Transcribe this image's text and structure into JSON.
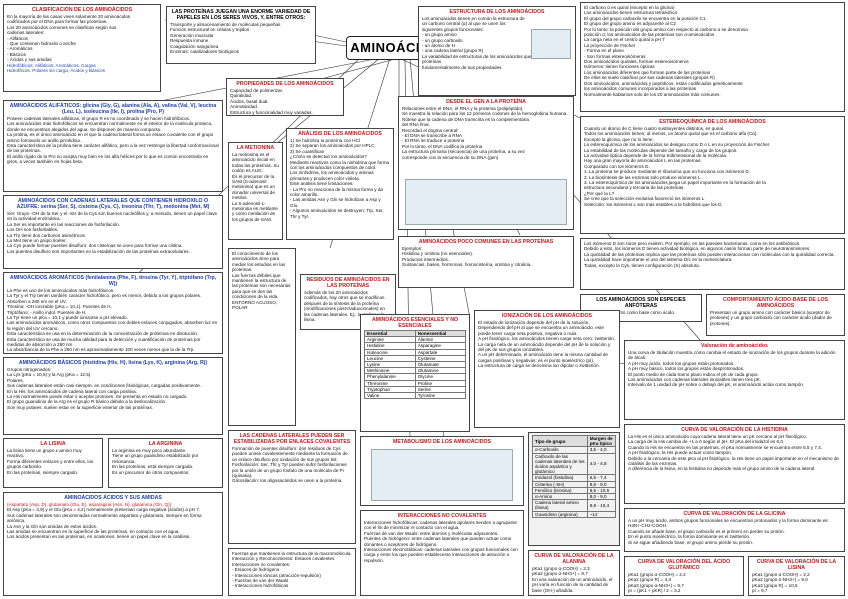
{
  "title": "AMINOÁCIDOS",
  "clasificacion": {
    "heading": "CLASIFICACIÓN DE LOS AMINOÁCIDOS",
    "body": "En la mayoría de las casas viven solamente 20 aminoácidos\ncodificados por el DNA para formar las proteínas.\nLos 20 aminoácidos comunes se clasifican según sus\ncadenas laterales:\n - Alifáticos\n - Que contienen hidroxilo o azufre\n - Aromáticos\n - Básicos\n - Ácidos y sus amidas",
    "extra": "Hidrofóbicos: Alifáticos, Aromáticos. Cargas\nHidrofílicos: Polares sin carga, Ácidos y Básicos"
  },
  "proteinas": {
    "heading": "LAS PROTEÍNAS JUEGAN UNA ENORME VARIEDAD DE PAPELES EN LOS SERES VIVOS, Y, ENTRE OTROS:",
    "body": "Transporte y almacenamiento de moléculas pequeñas\nFunción estructural en células y tejidos\nGeneración muscular\nRespuesta inmune\nCoagulación sanguínea\nEnzimas: catalizadores biológicos"
  },
  "estructura": {
    "heading": "ESTRUCTURA DE LOS AMINOÁCIDOS",
    "body": "Los aminoácidos tienen en común la estructura de\nun carbono central (α) al que se unen los\nsiguientes grupos funcionales:\n - un grupo amino\n - un grupo carboxilo\n - un átomo de H\n - una cadena lateral (grupo R)\nLa variabilidad de estructuras de los aminoácidos que forman las proteínas\nfundamentalmente de sus propiedades"
  },
  "quiral": {
    "body": "El carbono α es quiral (excepto en la glicina)\nLos aminoácidos tienen estructura tetraédrica\nEl grupo del grupo carboxilo se encuentra en la posición C1\nEl grupo del grupo amino es adyacente al C2\nPor lo tanto: la posición del grupo amino con respecto al carbono α se denomina\nposición α; los aminoácidos de las proteínas son α-aminoácidos\nLa carga neta en el centro quiral a pH 7\nLa proyección de Fischer\n - Forma en el plano\n - Son formas estereoisómeras\nDos aminoácidos quirales, forman estereoisómeros\nIsómeros: tienen funciones ópticas\nLos aminoácidos diferentes que forman parte de las proteínas\nDe ellos se suele clasificar por sus cadenas laterales (grupos R)\nDos aminoácidos, aminoácidos y peptídicos, están codificados genéticamente\nlos aminoácidos comunes incorporados a las proteínas\nNormalmente hablamos solo de los 20 aminoácidos más comunes."
  },
  "propiedades": {
    "heading": "PROPIEDADES DE LOS AMINOÁCIDOS",
    "body": "Capacidad de polimerizar.\nQuiralidad.\nÁcidos, basal dual.\nAromaticidad.\nEstructura y funcionalidad muy variadas."
  },
  "alifaticos": {
    "heading": "AMINOÁCIDOS ALIFÁTICOS: glicina (Gly, G), alanina (Ala, A), valina (Val, V), leucina (Leu, L), isoleucina (Ile, I), prolina (Pro, P)",
    "body": "Poseen cadenas laterales alifáticas, el grupo R es no coordinado y se hacen hidrofóbicos.\nLos aminoácidos más hidrofóbicos se encuentran normalmente en el interior de la molécula proteica, donde se encuentran alejados del agua. Se disponen de manera compacta.\nLa prolina, es el único aminoácido en el que la cadena lateral forma un enlace covalente con el grupo amino formando un anillo pirrolidina.\nEsta característica de la prolina tiene carácter alifático, pero a la vez restringe la libertad conformacional de las proteínas.\nEl anillo rígido de la Pro no acepta muy bien en los alfa hélices por lo que es común encontrarla en giros, a veces también en hojas beta."
  },
  "azufre": {
    "heading": "AMINOÁCIDOS CON CADENAS LATERALES QUE CONTIENEN HIDROXILO O AZUFRE: serina (Ser, S), cisteína (Cys, C), treonina (Thr, T), metionina (Met, M)",
    "body": "Ser: Grupo -OH de la Ser y el -SH de la Cys son buenos nucleófilos y, a menudo, tienen un papel clave en la actividad enzimática.\nLa Ser es importante en las reacciones de fosforilación.\nLos OH son fosforilables.\nLa Thr tiene dos carbonos asimétricos.\nLa Met tiene un grupo tioéter.\nLa Cys puede formar puentes disulfuro: dos cisteínas se unen para formar una cistina.\nLos puentes disulfuro son importantes en la estabilización de las proteínas extracelulares."
  },
  "aromaticos": {
    "heading": "AMINOÁCIDOS AROMÁTICOS (fenilalanina (Phe, F), tirosina (Tyr, Y), triptófano (Trp, W))",
    "body": "La Phe es uno de los aminoácidos más hidrofóbicos.\nLa Tyr y el Trp tienen también carácter hidrofóbico, pero es menor, debido a los grupos polares.\nAbsorben a 280 nm en el UV.\nTirosina: -OH ionizable (pKa = 10,1). Puentes de H.\nTriptófano: - Anillo indol. Puentes de H.\nLa Tyr tiene un pKa = 10,1 y puede ionizarse a pH elevado.\nLas aminoácidos aromáticos, como otros compuestos con dobles enlaces conjugados, absorben luz en la región del UV cercano.\nEsta característica se usa en la determinación de la concentración de proteínas en disolución.\nEsta característica se usa de mucha utilidad para la detección y cuantificación de proteínas por medidas de absorción a 280 nm.\nLa absorbancia de la Phe a 260 nm es aproximadamente 100 veces menor que la de la Trp."
  },
  "basicos": {
    "heading": "AMINOÁCIDOS BÁSICOS (histidina (His, H), lisina (Lys, K), arginina (Arg, R))",
    "body": "Grupos nitrogenados:\nLa Lys (pKa = 10,5) y la Arg (pKa = 12,5).\nPolares.\nSus cadenas laterales están casi siempre, en condiciones fisiológicas, cargadas positivamente.\nEn la His, los aminoácidos de cadena lateral con carga positiva.\nLa His normalmente puede estar o aceptar protones. Se presenta en estado no cargado.\nEl grupo guanidinio de la Arg es el grupo R básico debido a la deslocalización.\nSon muy polares, suelen estar en la superficie exterior de las proteínas."
  },
  "lisina": {
    "heading": "LA LISINA",
    "body": "La lisina tiene un grupo ε-amino muy reactivo.\nForma diferentes enlaces y entre ellos, los grupos carbonilo.\nEn las proteínas, siempre cargado."
  },
  "arginina": {
    "heading": "LA ARGININA",
    "body": "La arginina es muy poco abundante.\nTiene un grupo guanidinio estabilizado por resonancia.\nEn las proteínas, está siempre cargada.\nEs un precursor de otros compuestos."
  },
  "acidos": {
    "heading": "AMINOÁCIDOS ÁCIDOS Y SUS AMIDAS",
    "sub": "(Aspartato (Asp, D), glutamato (Glu, E), asparagina (Asn, N), glutamina (Gln, Q))",
    "body": "El Asp (pKa = 3,9) y el Glu (pKa = 4,2) normalmente presentan carga negativa (ácidos) a pH 7.\nSus cadenas laterales son denominadas normalmente aspartato y glutamato, siempre en forma aniónica.\nLa Asn y la Gln son amidas de estos ácidos.\nLas amidas se encuentran en la superficie de las proteínas, en contacto con el agua.\nLos ácidos presentan en las proteínas, en ocasiones, tienen un papel clave en la catálisis."
  },
  "metionina": {
    "heading": "LA METIONINA",
    "body": "La metionina es el aminoácido inicial en todas las proteínas. Su codón es AUG.\nEs el precursor de la SAM (S-adenosil metionina) que es un donador universal de metilos.\nLa S-adenosil-L-metionina es metilante y como metilación de los grupos de SAM."
  },
  "analisis": {
    "heading": "ANÁLISIS DE LOS AMINOÁCIDOS",
    "body": "1) Se hidroliza la proteína con HCl\n2) Se separan los aminoácidos por HPLC\n3) Se cuantifican\n¿Cómo se detectan los aminoácidos?\nMediante reactivos como la ninhidrina que forma con los aminoácidos compuestos de color.\nLos ninhidrina, los aminoácidos y aminas primarias y producen color violeta.\nEste análisis tiene limitaciones:\n - La Pro no reacciona de la misma forma y da color amarillo.\n - Las amidas Asn y Gln se hidrolizan a Asp y Glu.\n - Algunos aminoácidos se destruyen: Trp, Ser, Thr y Tyr."
  },
  "adn": {
    "heading": "DESDE EL GEN A LA PROTEÍNA",
    "body": "Relaciones entre el DNA, el RNA y la proteína (polipéptido).\nSe muestra la relación para los 12 primeros codones de la hemoglobina humana.\nNótese que la cadena de DNA transcrita es la complementaria\ndel RNA final.\nRecordad el dogma central:\n - El DNA se transcribe a RNA\n - El RNA se traduce a proteína\nPor lo tanto, el DNA codifica la proteína\nLa estructura primaria (secuencia) de una proteína, a su vez\ncorresponde con la secuencia de su DNA (gen)"
  },
  "estereo": {
    "heading": "ESTEREOQUÍMICA DE LOS AMINOÁCIDOS",
    "body": "Cuando un átomo de C tiene cuatro sustituyentes distintos, es quiral.\nTodos los aminoácidos tienen, al menos, un átomo quiral que es el carbono alfa (Cα).\nExcepto la glicina, que no lo tiene.\nLa estereoquímica de los aminoácidos se designa como D o L en su proyección de Fischer.\nLa estabilidad de las moléculas depende del tamaño y carga de los grupos.\nLa actividad óptica depende de la forma tridimensional de la molécula.\nHay una gran mayoría de aminoácidos L en las proteínas.\nComparado con los isómeros D:\n1. La proteína se produce mediante el ribosoma que no funciona con isómeros D.\n2. La biosíntesis de las enzimas solo produce isómeros L.\n3. La estereoquímica de los aminoácidos juega un papel importante en la formación de la\nestructura secundaria y terciaria de las proteínas.\n¿Por qué la L?\nSe cree que la selección evolutiva favoreció los isómeros L\nSelección: los isómeros L son más estables a la hidrólisis que los D."
  },
  "otros_d": {
    "body": "Los isómeros D son raros pero existen. Por ejemplo, en las paredes bacterianas, como en los antibióticos.\nDebido a esto, los isómeros D tienen actividad biológica, en algunos casos forman parte de neurotransmisores.\nLa quiralidad de las proteínas implica que las proteínas sólo pueden interaccionar con moléculas con la quiralidad correcta.\nLa quiralidad hace importante el uso del sistema D/L en la nomenclatura.\nTodas, excepto la Cys, tienen configuración (S) absoluta."
  },
  "pococomunes": {
    "heading": "AMINOÁCIDOS POCO COMUNES EN LAS PROTEÍNAS",
    "body": "Ejemplos:\nHistidina y ornitina (no esenciales).\nProductos intermedios.\nSustancias, bases, hormonas, homocisteína, ornitina y citrulina."
  },
  "noproteicos": {
    "heading": "LOS AMINOÁCIDOS SON ESPECIES ANFÓTERAS",
    "body": "Pueden actuar tanto como base como ácido."
  },
  "residuos": {
    "heading": "RESIDUOS DE AMINOÁCIDOS EN LAS PROTEÍNAS",
    "body": "Además de los 20 aminoácidos codificados, hay otros que se modifican después de la síntesis de la proteína (modificaciones post-traduccionales) en las cadenas laterales. Ej.: la prolina y la lisina."
  },
  "esenciales": {
    "heading": "AMINOÁCIDOS ESENCIALES Y NO ESENCIALES",
    "col1": "Essential",
    "col2": "Nonessential",
    "rows": [
      [
        "Arginine",
        "Alanine"
      ],
      [
        "Histidine",
        "Asparagine"
      ],
      [
        "Isoleucine",
        "Aspartate"
      ],
      [
        "Leucine",
        "Cysteine"
      ],
      [
        "Lysine",
        "Glutamate"
      ],
      [
        "Methionine",
        "Glutamine"
      ],
      [
        "Phenylalanine",
        "Glycine"
      ],
      [
        "Threonine",
        "Proline"
      ],
      [
        "Tryptophan",
        "Serine"
      ],
      [
        "Valine",
        "Tyrosine"
      ]
    ]
  },
  "ionizacion": {
    "heading": "IONIZACIÓN DE LOS AMINOÁCIDOS",
    "body": "El estado de ionización depende del pH de la solución.\nDependiendo del pH al que se encuentra un aminoácido, este puede tener carga neta positiva, negativa o nula.\nA pH fisiológico, los aminoácidos tienen carga neta cero: zwitterión.\nLa carga neta de un aminoácido depende del pH de la solución y del pK de sus grupos ionizables.\nA un pH determinado, el aminoácido tiene la misma cantidad de cargas positivas y negativas: es el punto isoeléctrico (pI).\nLa estructura de carga se denomina ion dipolar o zwitterión."
  },
  "grupos_table": {
    "header": "Tipo de grupo",
    "col": "Margen de pKa típico",
    "rows": [
      [
        "α-Carboxilo",
        "3,5 - 4,0"
      ],
      [
        "Carboxilo de las cadenas laterales de los ácidos aspártico y glutámico",
        "4,0 - 4,8"
      ],
      [
        "Imidazol (histidina)",
        "6,5 - 7,4"
      ],
      [
        "Cisteína (-SH)",
        "8,5 - 9,0"
      ],
      [
        "Fenólico (tirosina)",
        "9,5 - 10,5"
      ],
      [
        "α-Amino",
        "8,0 - 9,0"
      ],
      [
        "Cadena lateral amino (lisina)",
        "9,8 - 10,4"
      ],
      [
        "Guanidinio (arginina)",
        "~12"
      ]
    ]
  },
  "carbonos": {
    "heading": "LAS CADENAS LATERALES PUEDEN SER ESTABILIZADAS POR ENLACES COVALENTES",
    "body": "Formación de puentes disulfuro: dos residuos de Cys pueden unirse covalentemente mediante la formación de un enlace disulfuro por oxidación de sus grupos tiol.\nFosforilación: Ser, Thr y Tyr pueden sufrir fosforilaciones por la unión de un grupo fosfato de una molécula de Pi (quinasa).\nGlicosilación: los oligosacáridos se unen a la proteína."
  },
  "fuerzas": {
    "body": "Fuerzas que mantienen la estructura de la macromolécula. Interacción y Reconocimiento: Enlaces covalentes\nInteracciones no covalentes:\n - Enlaces de hidrógeno\n - Interacciones iónicas (atracción-repulsión)\n - Fuerzas de van der Waals\n - Interacciones hidrofóbicas"
  },
  "metabolismo": {
    "heading": "METABOLISMO DE LOS AMINOÁCIDOS"
  },
  "enzimas": {
    "body": "El conocimiento de los aminoácidos sirve para mediar los estudios en las proteínas.\nLas fuerzas débiles que mantienen la estructura de las proteínas son necesarias para que se den las condiciones de la vida.\nENTORNO ACUOSO, POLAR"
  },
  "interacciones": {
    "heading": "INTERACCIONES NO COVALENTES",
    "body": "Interacciones hidrofóbicas: cadenas laterales apolares tienden a agruparse con el fin de minimizar el contacto con el agua.\nFuerzas de van der Waals: entre átomos y moléculas adyacentes.\nPuentes de hidrógeno: entre cadenas laterales que pueden actuar como donantes o aceptores de hidrógeno.\nInteracciones electrostáticas: cadenas laterales con grupos funcionales con carga y entre los que pueden establecerse interacciones de atracción o repulsión."
  },
  "tamponamiento": {
    "heading": "COMPORTAMIENTO ÁCIDO-BASE DE LOS AMINOÁCIDOS",
    "body": "Presentan un grupo amino con carácter básico (aceptor de protones) y un grupo carboxilo con carácter ácido (dador de protones)."
  },
  "valoracion": {
    "heading": "Valoración de aminoácidos",
    "body": "Una curva de titulación muestra cómo cambia el estado de ionización de los grupos durante la adición de álcali.\nA pH muy ácido, todos los grupos están protonados.\nA pH muy básico, todos los grupos están desprotonados.\nEl punto medio de cada tramo plano indica el pK de cada grupo.\nLos aminoácidos con cadenas laterales ionizables tienen tres pK.\nIntervalo de 1 unidad de pH sobre o debajo del pK, el aminoácido actúa como tampón."
  },
  "curva_histidina": {
    "heading": "CURVA DE VALORACIÓN DE LA HISTIDINA",
    "body": "La His es el único aminoácido cuya cadena lateral tiene un pK cercano al pH fisiológico.\nLa carga de la His cambia de +1 a 0 según el pH. El pKa del imidazol es 6,0.\nCuando la His se encuentra en las proteínas, el pKa normalmente se encuentra entre 6,5 y 7,4.\nA pH fisiológico, la His puede actuar como tampón.\nDebido a la cercanía de este pKa al pH fisiológico, la His tiene un papel importante en el mecanismo de catálisis de las enzimas.\nA diferencia de la lisina, en la histidina no depende más el grupo amino de la cadena lateral."
  },
  "curva_glicina": {
    "heading": "CURVA DE VALORACIÓN DE LA GLICINA",
    "body": "A un pH muy ácido, ambos grupos funcionales se encuentran protonados y la forma dominante es H3N+-CH2-COOH.\nCuando se añade base, el grupo carboxilo es el primero en perder su protón.\nEn el punto isoeléctrico, la forma dominante es el zwitterión.\nSi se sigue añadiendo base, el grupo amino pierde su protón."
  },
  "curva_alanina": {
    "heading": "CURVA DE VALORACIÓN DE LA ALANINA",
    "body": "pKa1 (grupo α-COOH) = 2,3\npKa2 (grupo α-NH3+) = 9,7\nEn una valoración de un aminoácido, el pH varía en función de la cantidad de base (OH-) añadida."
  },
  "curva_acido_glu": {
    "heading": "CURVA DE VALORACIÓN DEL ÁCIDO GLUTÁMICO",
    "body": "pKa1 (grupo α-COOH) = 2,2\npKa2 (grupo R) = 4,3\npKa3 (grupo α-NH3+) = 9,7\npI = (pK1 + pKR) / 2 = 3,2"
  },
  "curva_lisina": {
    "heading": "CURVA DE VALORACIÓN DE LA LISINA",
    "body": "pKa1 (grupo α-COOH) = 2,2\npKa2 (grupo α-NH3+) = 9,0\npKa3 (grupo R) = 10,5\npI = 9,7"
  },
  "colors": {
    "heading_red": "#c8161d",
    "heading_blue": "#1f3fae"
  }
}
